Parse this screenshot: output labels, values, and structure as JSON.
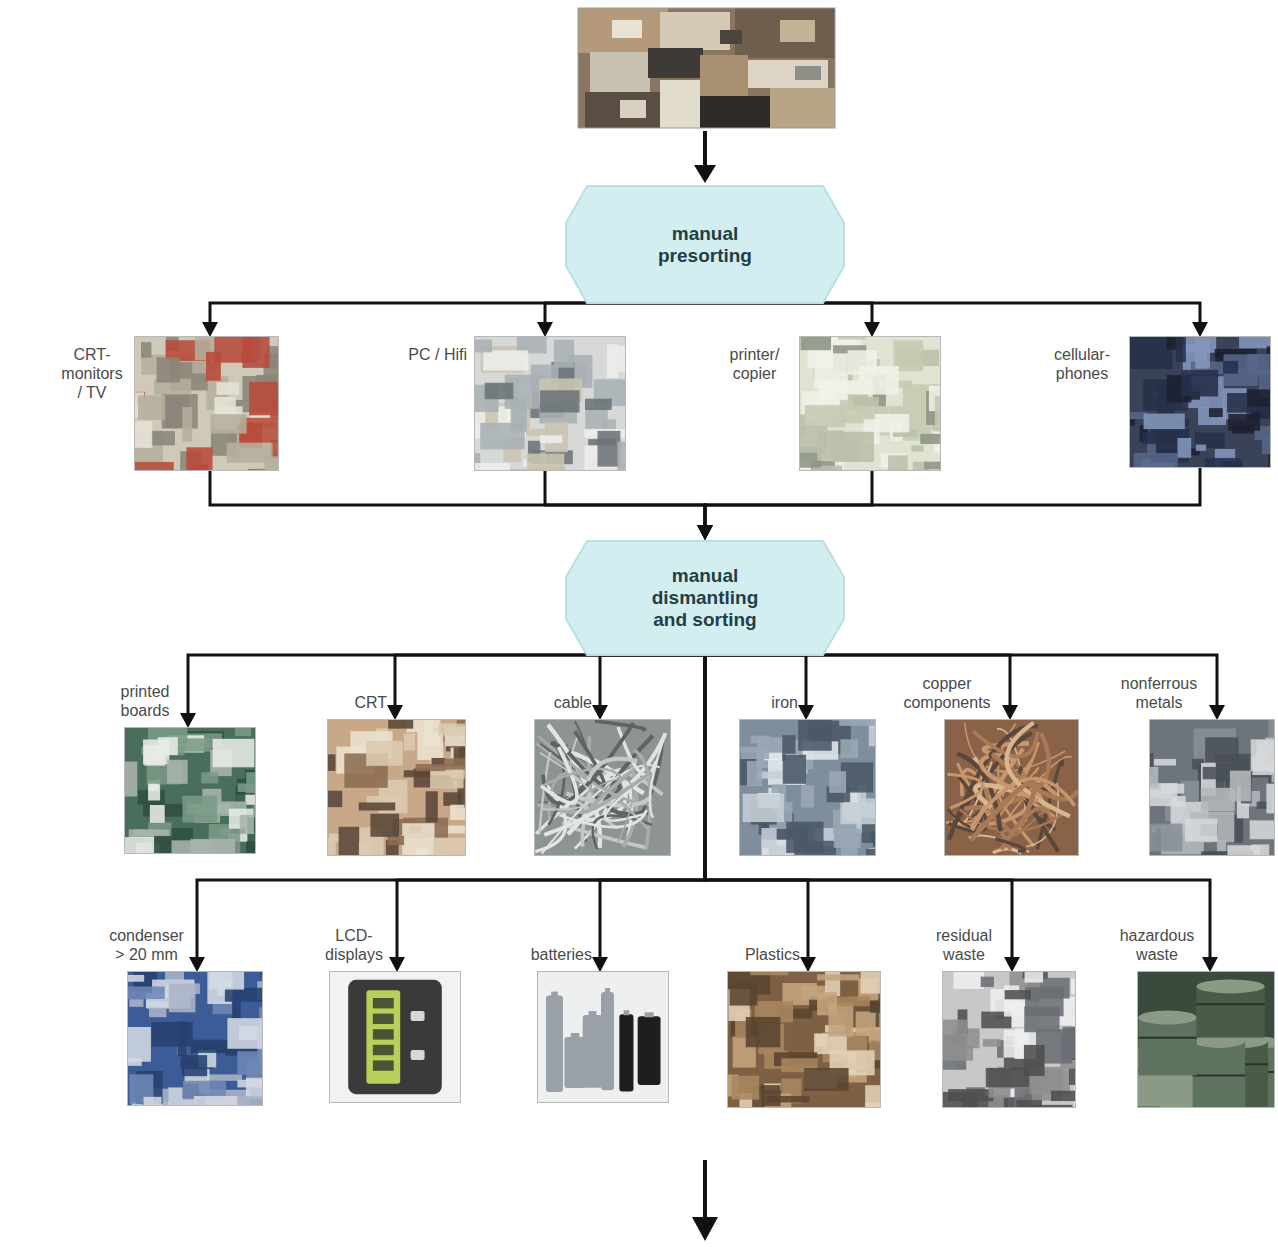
{
  "diagram": {
    "nodes": [
      {
        "text": [
          "manual presorting"
        ]
      },
      {
        "text": [
          "CRT- monitors / TV"
        ]
      },
      {
        "text": [
          "PC / Hifi"
        ]
      },
      {
        "text": [
          "printer/ copier"
        ]
      },
      {
        "text": [
          "cellular- phones"
        ]
      },
      {
        "text": [
          "manual dismantling and sorting"
        ]
      },
      {
        "text": [
          "printed boards"
        ]
      },
      {
        "text": [
          "CRT"
        ]
      },
      {
        "text": [
          "cable"
        ]
      },
      {
        "text": [
          "iron"
        ]
      },
      {
        "text": [
          "copper components"
        ]
      },
      {
        "text": [
          "nonferrous metals"
        ]
      },
      {
        "text": [
          "condenser > 20 mm"
        ]
      },
      {
        "text": [
          "LCD- displays"
        ]
      },
      {
        "text": [
          "batteries"
        ]
      },
      {
        "text": [
          "Plastics"
        ]
      },
      {
        "text": [
          "residual waste"
        ]
      },
      {
        "text": [
          "hazardous waste"
        ]
      }
    ],
    "edges": [
      {
        "from": 0,
        "to": 1,
        "arrow": "to"
      },
      {
        "from": 0,
        "to": 2,
        "arrow": "to"
      },
      {
        "from": 0,
        "to": 3,
        "arrow": "to"
      },
      {
        "from": 0,
        "to": 4,
        "arrow": "to"
      },
      {
        "from": 1,
        "to": 5,
        "arrow": "to"
      },
      {
        "from": 2,
        "to": 5,
        "arrow": "to"
      },
      {
        "from": 3,
        "to": 5,
        "arrow": "to"
      },
      {
        "from": 4,
        "to": 5,
        "arrow": "to"
      },
      {
        "from": 5,
        "to": 6,
        "arrow": "to"
      },
      {
        "from": 5,
        "to": 7,
        "arrow": "to"
      },
      {
        "from": 5,
        "to": 8,
        "arrow": "to"
      },
      {
        "from": 5,
        "to": 9,
        "arrow": "to"
      },
      {
        "from": 5,
        "to": 10,
        "arrow": "to"
      },
      {
        "from": 5,
        "to": 11,
        "arrow": "to"
      },
      {
        "from": 5,
        "to": 12,
        "arrow": "to"
      },
      {
        "from": 5,
        "to": 13,
        "arrow": "to"
      },
      {
        "from": 5,
        "to": 14,
        "arrow": "to"
      },
      {
        "from": 5,
        "to": 15,
        "arrow": "to"
      },
      {
        "from": 5,
        "to": 16,
        "arrow": "to"
      },
      {
        "from": 5,
        "to": 17,
        "arrow": "to"
      }
    ]
  }
}
